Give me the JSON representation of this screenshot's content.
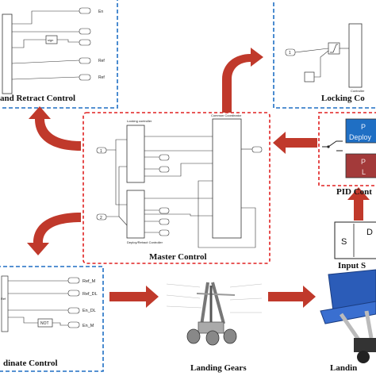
{
  "panels": {
    "deploy_retract": {
      "label": "and Retract Control"
    },
    "locking": {
      "label": "Locking Co"
    },
    "master": {
      "label": "Master Control"
    },
    "pid": {
      "label": "PID Cont",
      "box_top": "P",
      "box_top_line2": "Deploy",
      "box_bottom": "P",
      "box_bottom_line2": "L"
    },
    "input": {
      "label": "Input S",
      "letter_s": "S",
      "letter_d": "D"
    },
    "coordinate": {
      "label": "dinate Control"
    },
    "gears": {
      "label": "Landing Gears"
    },
    "landing": {
      "label": "Landin"
    }
  },
  "deploy_block": {
    "ports_out": [
      "En",
      "Ref",
      "Ref"
    ],
    "inner": "sign"
  },
  "locking_block": {
    "in_port": "1",
    "controller": "Controller"
  },
  "master_block": {
    "locking_ctrl": "Locking controller",
    "deploy_ctrl": "Deploy/Retract Controller",
    "coord_ctrl": "Common Coordinator",
    "in_top": "1",
    "in_bottom": "2"
  },
  "coordinate_block": {
    "outputs": [
      "Ref_M",
      "Ref_DL",
      "En_DL",
      "En_M"
    ],
    "not_label": "NOT",
    "ref_label": "Ref"
  },
  "colors": {
    "dashed_blue": "#1f6fc4",
    "dashed_red": "#e02020",
    "arrow_red": "#c0392b",
    "pid_box": "#a33a3a"
  }
}
